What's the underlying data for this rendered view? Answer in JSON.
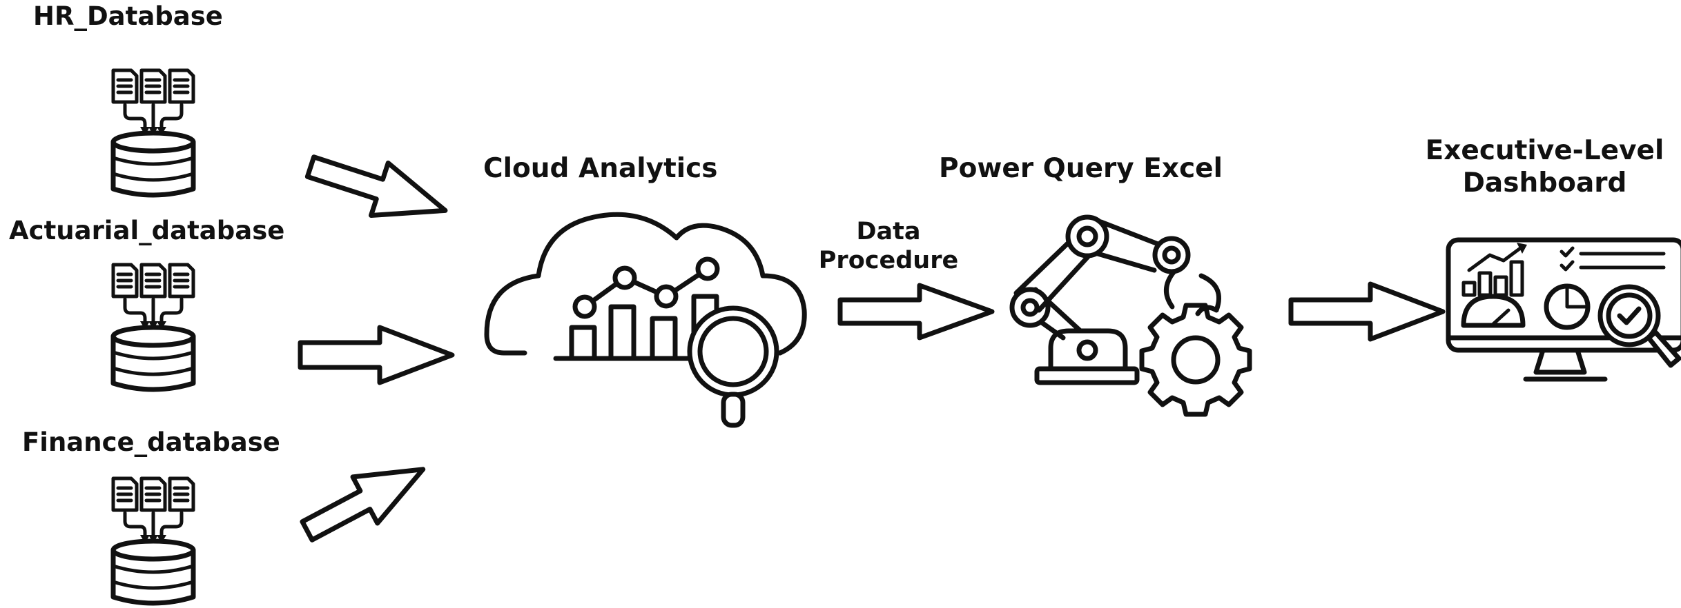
{
  "sources": [
    {
      "label": "HR_Database",
      "icon": "database-icon"
    },
    {
      "label": "Actuarial_database",
      "icon": "database-icon"
    },
    {
      "label": "Finance_database",
      "icon": "database-icon"
    }
  ],
  "stages": {
    "cloud": {
      "label": "Cloud Analytics",
      "icon": "cloud-analytics-icon"
    },
    "transfer": {
      "line1": "Data",
      "line2": "Procedure"
    },
    "excel": {
      "label": "Power Query Excel",
      "icon": "robot-arm-gear-icon"
    },
    "dashboard": {
      "line1": "Executive-Level",
      "line2": "Dashboard",
      "icon": "dashboard-monitor-icon"
    }
  },
  "colors": {
    "ink": "#111111",
    "background": "#ffffff"
  }
}
